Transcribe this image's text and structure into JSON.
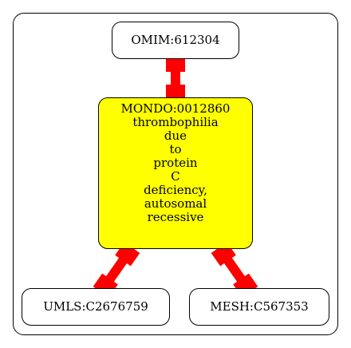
{
  "colors": {
    "edge": "#ff0000",
    "center_fill": "#ffff00",
    "node_fill": "#ffffff",
    "stroke": "#000000"
  },
  "nodes": {
    "omim": {
      "label": "OMIM:612304"
    },
    "mondo": {
      "lines": [
        "MONDO:0012860",
        "thrombophilia",
        "due",
        "to",
        "protein",
        "C",
        "deficiency,",
        "autosomal",
        "recessive"
      ]
    },
    "umls": {
      "label": "UMLS:C2676759"
    },
    "mesh": {
      "label": "MESH:C567353"
    }
  }
}
